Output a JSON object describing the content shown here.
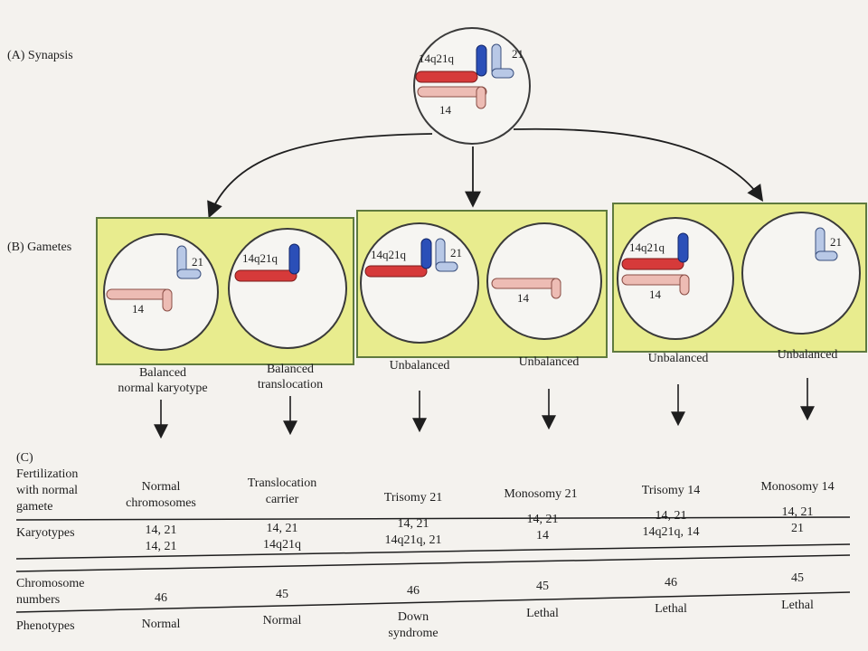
{
  "labels": {
    "synapsis": "(A) Synapsis",
    "gametes": "(B) Gametes",
    "table_section": "(C)"
  },
  "chromosomes": {
    "translocated": "14q21q",
    "c21": "21",
    "c14": "14"
  },
  "gametes": [
    {
      "label": "Balanced\nnormal karyotype"
    },
    {
      "label": "Balanced\ntranslocation"
    },
    {
      "label": "Unbalanced"
    },
    {
      "label": "Unbalanced"
    },
    {
      "label": "Unbalanced"
    },
    {
      "label": "Unbalanced"
    }
  ],
  "table": {
    "row_labels": {
      "fertilization": "Fertilization\nwith normal\ngamete",
      "karyotypes": "Karyotypes",
      "chromosome_numbers": "Chromosome\nnumbers",
      "phenotypes": "Phenotypes"
    },
    "columns": [
      {
        "outcome": "Normal\nchromosomes",
        "karyotype": "14, 21\n14, 21",
        "number": "46",
        "phenotype": "Normal"
      },
      {
        "outcome": "Translocation\ncarrier",
        "karyotype": "14, 21\n14q21q",
        "number": "45",
        "phenotype": "Normal"
      },
      {
        "outcome": "Trisomy 21",
        "karyotype": "14, 21\n14q21q, 21",
        "number": "46",
        "phenotype": "Down\nsyndrome"
      },
      {
        "outcome": "Monosomy 21",
        "karyotype": "14, 21\n14",
        "number": "45",
        "phenotype": "Lethal"
      },
      {
        "outcome": "Trisomy 14",
        "karyotype": "14, 21\n14q21q, 14",
        "number": "46",
        "phenotype": "Lethal"
      },
      {
        "outcome": "Monosomy 14",
        "karyotype": "14, 21\n21",
        "number": "45",
        "phenotype": "Lethal"
      }
    ]
  },
  "colors": {
    "box_fill": "#e8ec8e",
    "translocation_red": "#d63a3a",
    "chr21_dark_blue": "#2b4fb8",
    "chr21_light_blue": "#b8c8e6",
    "chr14_pink": "#edbcb4"
  }
}
